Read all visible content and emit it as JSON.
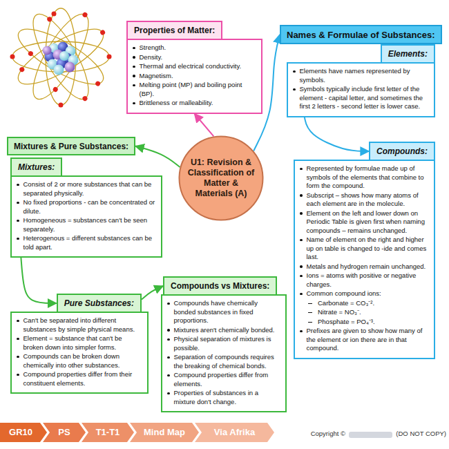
{
  "diagram": {
    "nodes": [
      {
        "text": [
          "U1: Revision & Classification of Matter & Materials (A)"
        ]
      },
      {
        "text": [
          "Properties of Matter:",
          "Strength.",
          "Density.",
          "Thermal and electrical conductivity.",
          "Magnetism.",
          "Melting point (MP) and boiling point (BP).",
          "Brittleness or malleability."
        ]
      },
      {
        "text": [
          "Names & Formulae of Substances:"
        ]
      },
      {
        "text": [
          "Elements:",
          "Elements have names represented by symbols.",
          "Symbols typically include first letter of the element - capital letter, and sometimes the first 2 letters - second letter is lower case."
        ]
      },
      {
        "text": [
          "Compounds:",
          "Represented by formulae made up of symbols of the elements that combine to form the compound.",
          "Subscript – shows how many atoms of each element are in the molecule.",
          "Element on the left and lower down on Periodic Table is given first when naming compounds – remains unchanged.",
          "Name of element on the right and higher up on table is changed to -ide and comes last.",
          "Metals and hydrogen remain unchanged.",
          "Ions = atoms with positive or negative charges.",
          "Common compound ions:",
          "Carbonate = CO₃⁻².",
          "Nitrate = NO₃⁻.",
          "Phosphate = PO₄⁻³.",
          "Prefixes are given to show how many of the element or ion there are in that compound."
        ]
      },
      {
        "text": [
          "Mixtures & Pure Substances:"
        ]
      },
      {
        "text": [
          "Mixtures:",
          "Consist of 2 or more substances that can be separated physically.",
          "No fixed proportions - can be concentrated or dilute.",
          "Homogeneous = substances can't be seen separately.",
          "Heterogenous = different substances can be told apart."
        ]
      },
      {
        "text": [
          "Pure Substances:",
          "Can't be separated into different substances by simple physical means.",
          "Element = substance that can't be broken down into simpler forms.",
          "Compounds can be broken down chemically into other substances.",
          "Compound properties differ from their constituent elements."
        ]
      },
      {
        "text": [
          "Compounds vs Mixtures:",
          "Compounds have chemically bonded substances in fixed proportions.",
          "Mixtures aren't chemically bonded.",
          "Physical separation of mixtures is possible.",
          "Separation of compounds requires the breaking of chemical bonds.",
          "Compound properties differ from elements.",
          "Properties of substances in a mixture don't change."
        ]
      },
      {
        "text": [
          "GR10"
        ]
      },
      {
        "text": [
          "PS"
        ]
      },
      {
        "text": [
          "T1-T1"
        ]
      },
      {
        "text": [
          "Mind Map"
        ]
      },
      {
        "text": [
          "Via Afrika"
        ]
      }
    ],
    "edges": [
      {
        "from": 0,
        "to": 1,
        "arrow": "to"
      },
      {
        "from": 0,
        "to": 2,
        "arrow": "to"
      },
      {
        "from": 3,
        "to": 4,
        "arrow": "to"
      },
      {
        "from": 0,
        "to": 5,
        "arrow": "to"
      },
      {
        "from": 6,
        "to": 7,
        "arrow": "to"
      },
      {
        "from": 7,
        "to": 8,
        "arrow": "to"
      }
    ],
    "labels": [
      "Copyright ©",
      "(DO NOT COPY)"
    ]
  }
}
